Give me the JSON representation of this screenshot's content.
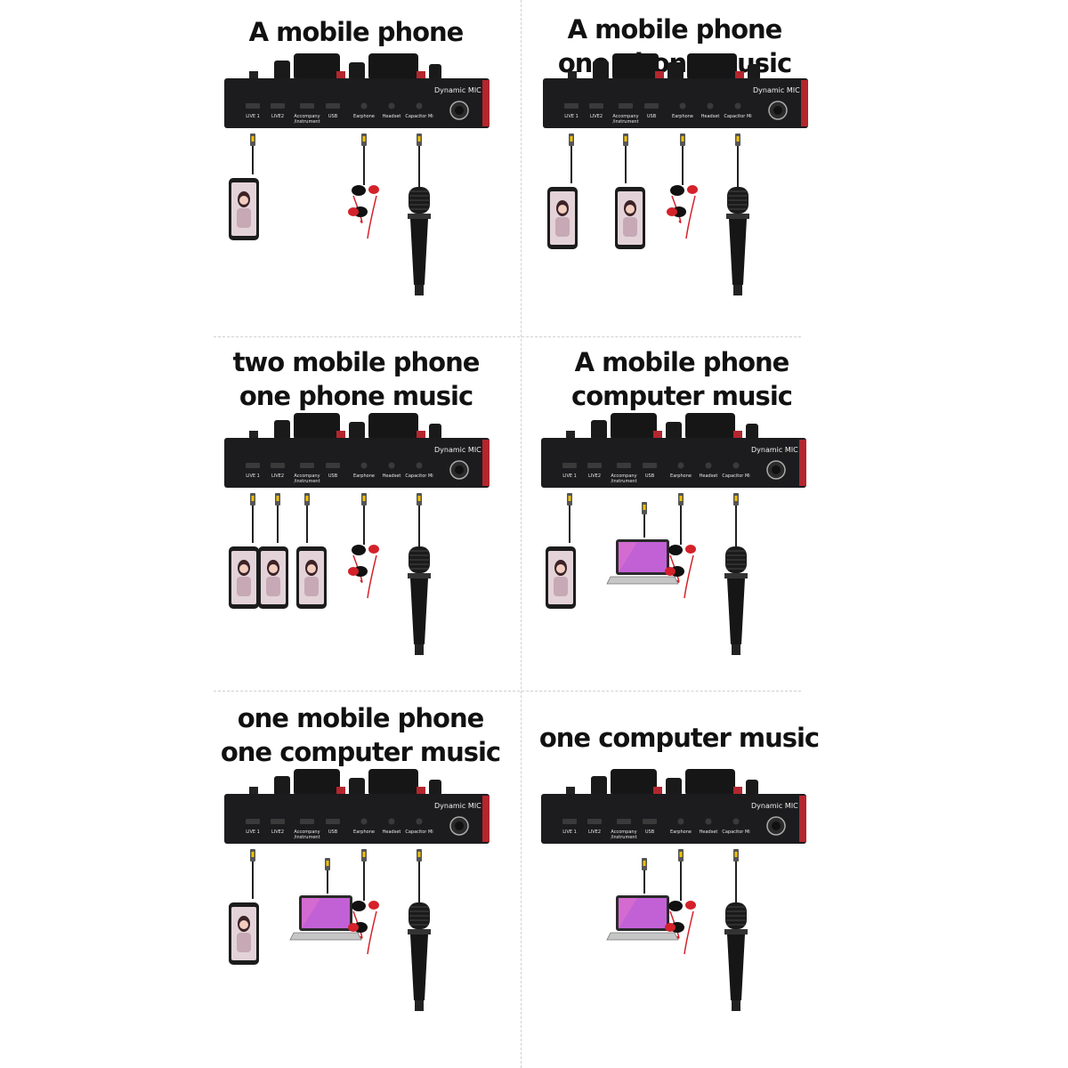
{
  "panels": [
    {
      "title_lines": [
        "A mobile phone"
      ]
    },
    {
      "title_lines": [
        "A mobile phone",
        "one phone music"
      ]
    },
    {
      "title_lines": [
        "two mobile phone",
        "one phone music"
      ]
    },
    {
      "title_lines": [
        "A mobile phone",
        "computer music"
      ]
    },
    {
      "title_lines": [
        "one mobile phone",
        "one computer music"
      ]
    },
    {
      "title_lines": [
        "one computer music"
      ]
    }
  ],
  "device": {
    "brand_label": "Dynamic MIC",
    "port_labels": [
      "LIVE 1",
      "LIVE2",
      "Accompany /instrument",
      "USB",
      "Earphone",
      "Headset",
      "Capacitor Mi"
    ]
  },
  "colors": {
    "device_body": "#1c1c1e",
    "device_red": "#b3262e",
    "earphone_red": "#d4212a",
    "laptop_screen": "#d46bd0"
  }
}
